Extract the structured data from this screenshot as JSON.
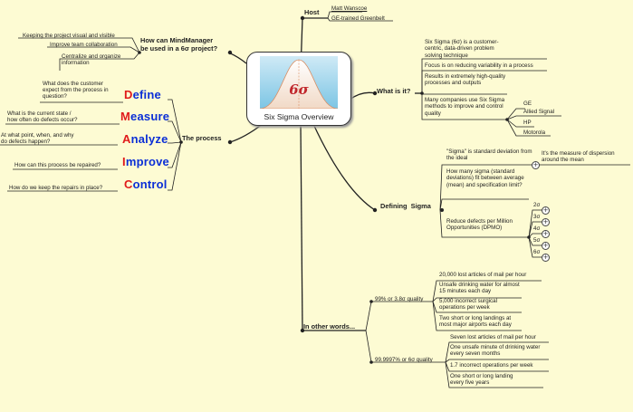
{
  "central": {
    "title": "Six Sigma Overview",
    "logo_text": "6σ"
  },
  "host": {
    "label": "Host",
    "name": "Matt Wanscoe",
    "credential": "GE-trained Greenbelt"
  },
  "mindmanager": {
    "label_line1": "How can MindManager",
    "label_line2": "be used in a 6σ project?",
    "items": [
      "Keeping the project visual and visible",
      "Improve team collaboration",
      "Centralize and organize",
      "information"
    ]
  },
  "process": {
    "label": "The process",
    "steps": [
      {
        "first": "D",
        "rest": "efine",
        "q1": "What does the customer",
        "q2": "expect from the process in",
        "q3": "question?"
      },
      {
        "first": "M",
        "rest": "easure",
        "q1": "What is the current state /",
        "q2": "how often do defects occur?",
        "q3": ""
      },
      {
        "first": "A",
        "rest": "nalyze",
        "q1": "At what point, when, and why",
        "q2": "do defects happen?",
        "q3": ""
      },
      {
        "first": "I",
        "rest": "mprove",
        "q1": "How can this process be repaired?",
        "q2": "",
        "q3": ""
      },
      {
        "first": "C",
        "rest": "ontrol",
        "q1": "How do we keep the repairs in place?",
        "q2": "",
        "q3": ""
      }
    ]
  },
  "what_is_it": {
    "label": "What is it?",
    "items": [
      "Six Sigma (6σ) is a customer-centric, data-driven problem solving technique",
      "Focus is on reducing variability in a process",
      "Results in extremely high-quality processes and outputs",
      "Many companies use Six Sigma methods to improve and control quality"
    ],
    "companies": [
      "GE",
      "Allied Signal",
      "HP",
      "Motorola"
    ]
  },
  "defining": {
    "label": "Defining  Sigma",
    "items": [
      "\"Sigma\" is standard deviation from the ideal",
      "How many sigma (standard deviations) fit between average (mean) and specification limit?",
      "Reduce defects per Million Opportunities (DPMO)"
    ],
    "dispersion": "It's the measure of dispersion around the mean",
    "levels": [
      "2σ",
      "3σ",
      "4σ",
      "5σ",
      "6σ"
    ]
  },
  "other_words": {
    "label": "In other words...",
    "groups": [
      {
        "label": "99% or 3.8σ quality",
        "items": [
          "20,000 lost articles of mail per hour",
          "Unsafe drinking water for almost 15 minutes each day",
          "5,000 incorrect surgical operations per week",
          "Two short or long landings at most major airports each day"
        ]
      },
      {
        "label": "99.9997% or 6σ quality",
        "items": [
          "Seven lost articles of mail per hour",
          "One unsafe minute of drinking water every seven months",
          "1.7 incorrect operations per week",
          "One short or long landing every five years"
        ]
      }
    ]
  }
}
